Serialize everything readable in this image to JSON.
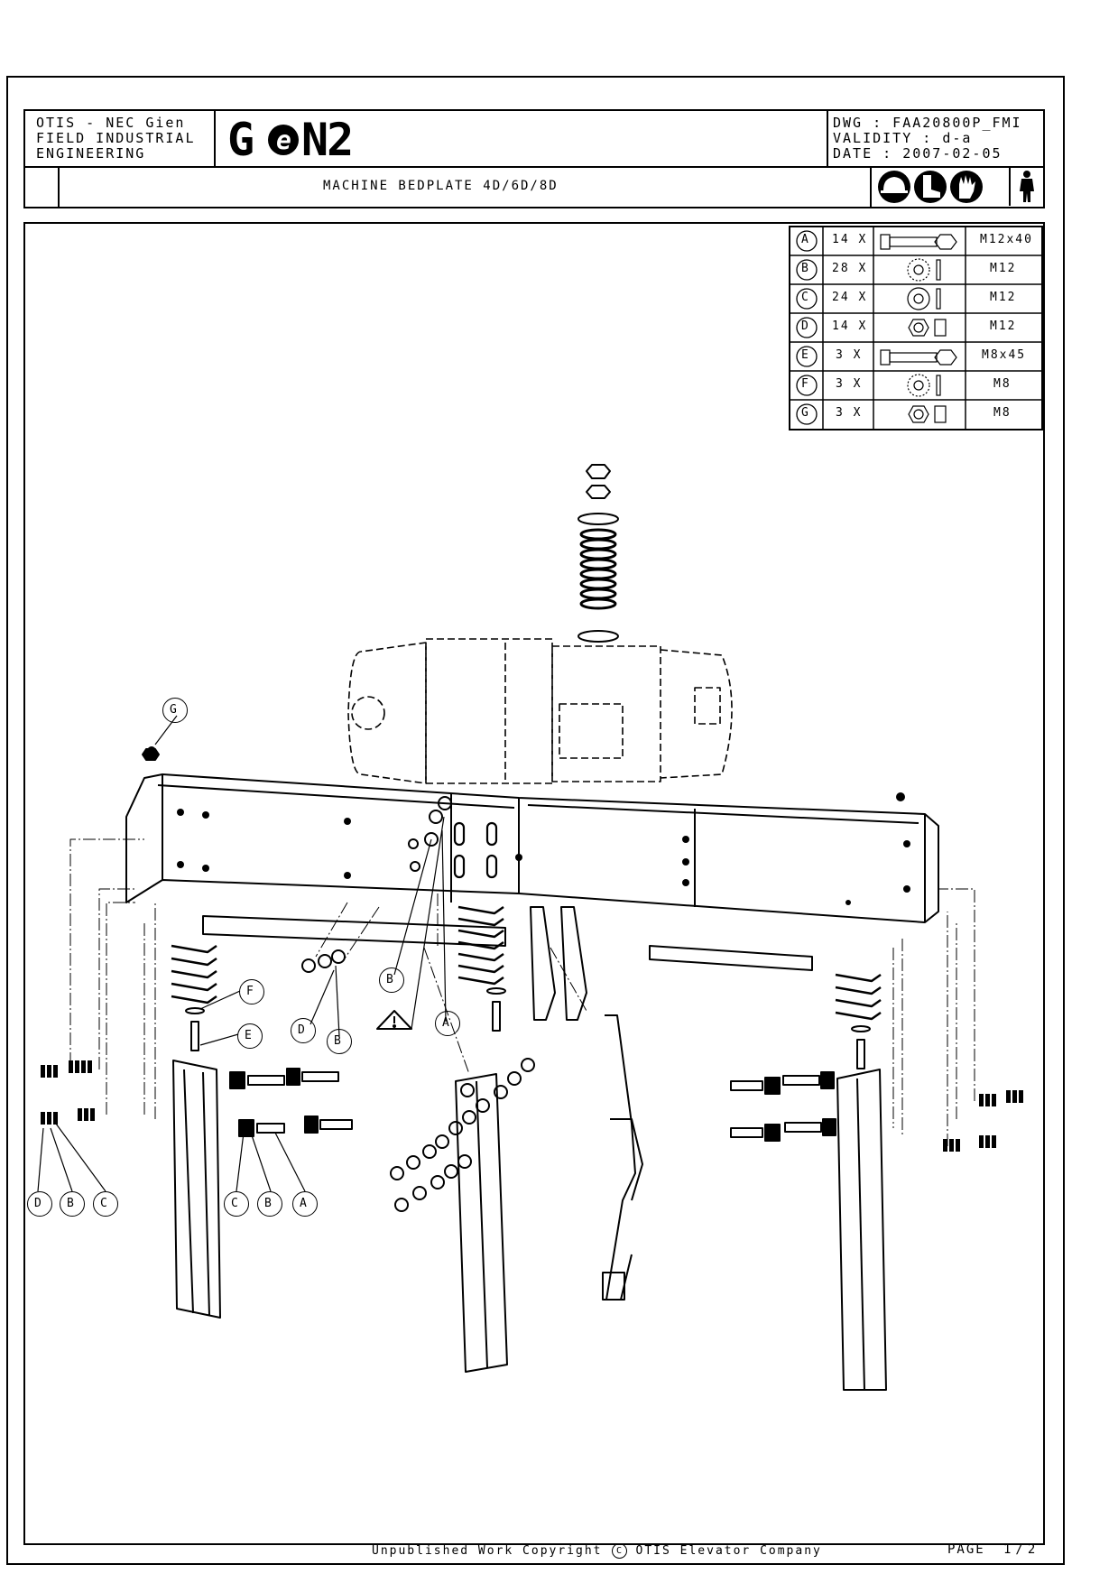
{
  "header": {
    "company_lines": [
      "OTIS - NEC Gien",
      "FIELD INDUSTRIAL",
      "ENGINEERING"
    ],
    "logo_text": "GeN2",
    "dwg": "DWG : FAA20800P_FMI",
    "validity": "VALIDITY : d-a",
    "date": "DATE : 2007-02-05",
    "title": "MACHINE BEDPLATE 4D/6D/8D",
    "safety_icons": [
      "hard-hat-icon",
      "safety-boot-icon",
      "glove-icon",
      "person-ppe-icon"
    ]
  },
  "parts_table": [
    {
      "letter": "A",
      "qty": "14 X",
      "icon": "bolt-icon",
      "size": "M12x40"
    },
    {
      "letter": "B",
      "qty": "28 X",
      "icon": "lock-washer-icon",
      "size": "M12"
    },
    {
      "letter": "C",
      "qty": "24 X",
      "icon": "flat-washer-icon",
      "size": "M12"
    },
    {
      "letter": "D",
      "qty": "14 X",
      "icon": "hex-nut-icon",
      "size": "M12"
    },
    {
      "letter": "E",
      "qty": "3 X",
      "icon": "bolt-icon",
      "size": "M8x45"
    },
    {
      "letter": "F",
      "qty": "3 X",
      "icon": "lock-washer-icon",
      "size": "M8"
    },
    {
      "letter": "G",
      "qty": "3 X",
      "icon": "hex-nut-icon",
      "size": "M8"
    }
  ],
  "callouts": [
    "G",
    "F",
    "E",
    "B",
    "D",
    "B",
    "A",
    "D",
    "B",
    "C",
    "C",
    "B",
    "A"
  ],
  "footer": {
    "copyright_before": "Unpublished Work Copyright",
    "copyright_symbol": "C",
    "copyright_after": "OTIS Elevator Company",
    "page_label": "PAGE",
    "page_number": "1/2"
  }
}
